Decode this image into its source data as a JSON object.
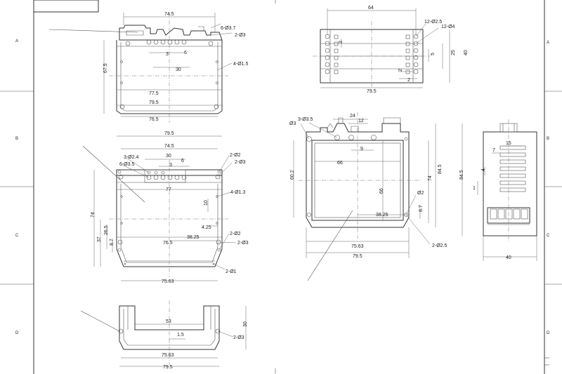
{
  "sheet": {
    "zone_letters_left": [
      "A",
      "B",
      "C",
      "D"
    ],
    "zone_letters_right": [
      "A",
      "B",
      "C",
      "D"
    ]
  },
  "view_profile_top": {
    "overall_width": "74.5",
    "height": "67.5",
    "inner_width": "77.5",
    "outer_width": "79.5",
    "base_width": "76.5",
    "pitch_3": "3",
    "pitch_6": "6",
    "span_30": "30",
    "hole_6": "6-Ø3.7",
    "hole_2": "2-Ø3",
    "hole_4": "4-Ø1.5"
  },
  "view_profile_mid": {
    "outer_width": "79.5",
    "width_74_5": "74.5",
    "span_30": "30",
    "pitch_3": "3",
    "pitch_6": "6",
    "inner_77": "77",
    "dim_10": "10",
    "dim_4_25": "4.25",
    "dim_38_25": "38.25",
    "width_76_5": "76.5",
    "base_75_63": "75.63",
    "height_74": "74",
    "height_37": "37",
    "height_26_5": "26.5",
    "height_8_7": "8.7",
    "hole_3_24": "3-Ø2.4",
    "hole_6_35": "6-Ø3.5",
    "hole_2_2_top": "2-Ø2",
    "hole_2_3_top": "2-Ø3",
    "hole_4_13": "4-Ø1.3",
    "hole_2_2_bot": "2-Ø2",
    "hole_2_3_bot": "2-Ø3",
    "hole_2_1": "2-Ø1"
  },
  "view_profile_bottom": {
    "span_53": "53",
    "dim_1_5": "1.5",
    "height_30": "30",
    "hole_2_3": "2-Ø3",
    "base_75_63": "75.63",
    "outer_79_5": "79.5"
  },
  "view_plan_top": {
    "width_64": "64",
    "hole_12_25": "12-Ø2.5",
    "hole_12_4": "12-Ø4",
    "pitch_3": "3",
    "pitch_5": "5",
    "height_25": "25",
    "height_40": "40",
    "pitch_2a": "2",
    "pitch_2b": "2",
    "width_79_5": "79.5"
  },
  "view_front_assembly": {
    "hole_3_35": "3-Ø3.5",
    "hole_3": "Ø3",
    "dim_24": "24",
    "dim_12": "12",
    "dim_9": "9",
    "dim_66_w": "66",
    "dim_66_h": "66",
    "height_60_2": "60.2",
    "height_84_5": "84.5",
    "height_74": "74",
    "dim_38_25": "38.25",
    "hole_2": "Ø2",
    "dim_8_7": "8.7",
    "width_75_63": "75.63",
    "width_79_5": "79.5",
    "hole_2_25": "2-Ø2.5"
  },
  "view_side_terminal": {
    "dim_15": "15",
    "dim_7": "7",
    "dim_4": "4",
    "dim_1": "1",
    "height_84_5": "84.5",
    "width_40": "40"
  }
}
